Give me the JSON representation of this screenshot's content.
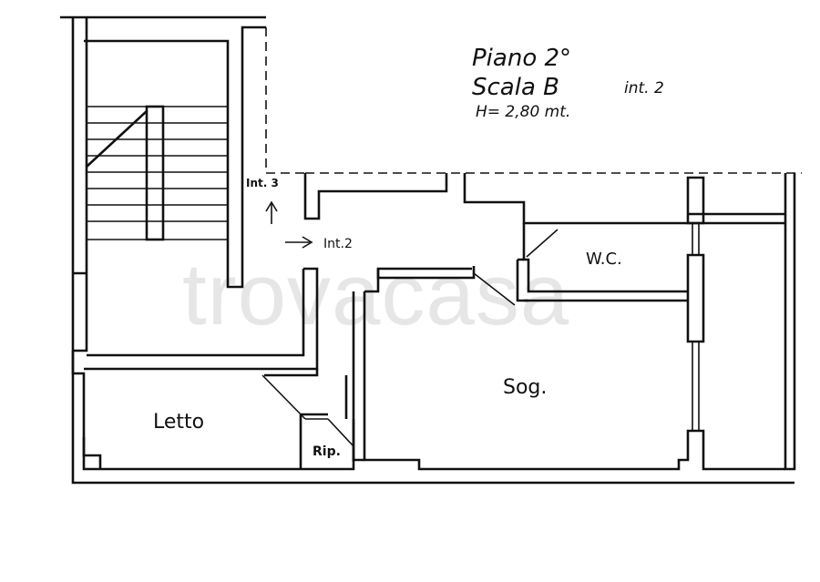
{
  "title": {
    "line1": "Piano 2°",
    "line2_part1": "Scala B",
    "line2_part2": "int. 2",
    "line3": "H= 2,80 mt."
  },
  "entrances": {
    "int3": "Int. 3",
    "int2": "Int.2"
  },
  "rooms": {
    "wc": "W.C.",
    "soggiorno": "Sog.",
    "letto": "Letto",
    "ripostiglio": "Rip."
  },
  "watermark": "trovacasa"
}
